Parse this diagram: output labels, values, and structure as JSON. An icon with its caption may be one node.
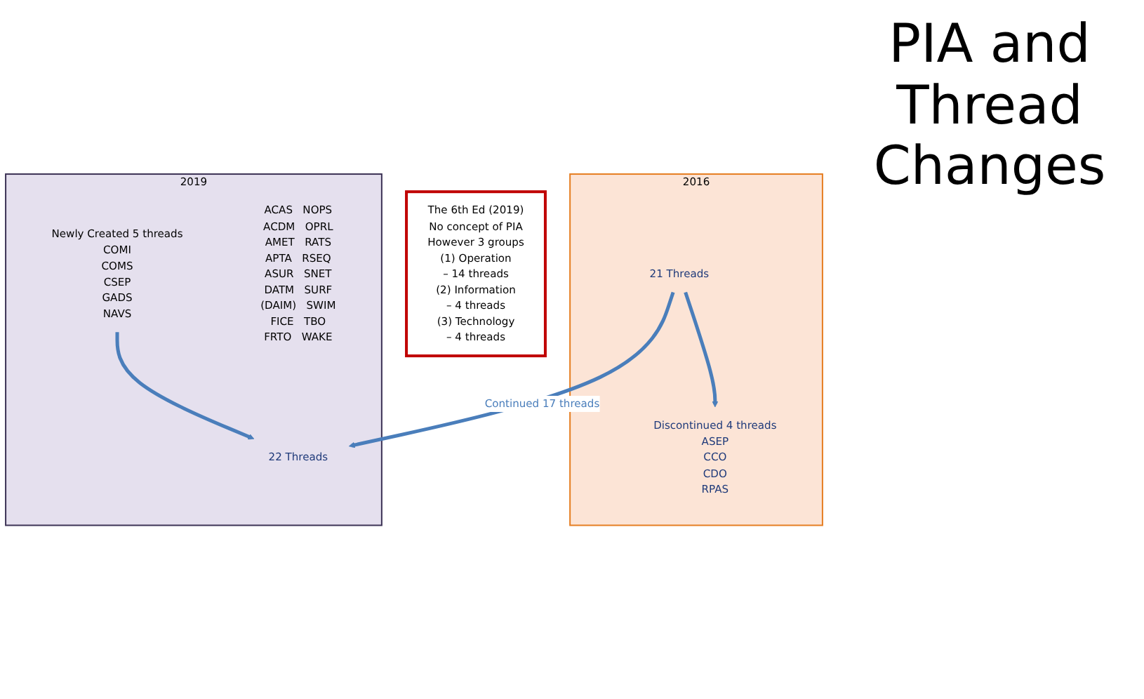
{
  "diagram": {
    "title": "PIA and Thread Changes",
    "nodes": [
      {
        "text": [
          "2016"
        ]
      },
      {
        "text": [
          "21 Threads"
        ],
        "in": 0
      },
      {
        "text": [
          "Discontinued 4 threads",
          "ASEP",
          "CCO",
          "CDO",
          "RPAS"
        ],
        "in": 0
      },
      {
        "text": [
          "2019"
        ]
      },
      {
        "text": [
          "22 Threads"
        ],
        "in": 3
      },
      {
        "text": [
          "Newly Created 5 threads",
          "COMI",
          "COMS",
          "CSEP",
          "GADS",
          "NAVS"
        ],
        "in": 3
      },
      {
        "text": [
          "ACAS",
          "NOPS",
          "ACDM",
          "OPRL",
          "AMET",
          "RATS",
          "APTA",
          "RSEQ",
          "ASUR",
          "SNET",
          "DATM",
          "SURF",
          "(DAIM)",
          "SWIM",
          "FICE",
          "TBO",
          "FRTO",
          "WAKE"
        ],
        "in": 3
      },
      {
        "text": [
          "The 6th Ed (2019)",
          "No concept of PIA",
          "However 3 groups",
          "(1) Operation",
          "– 14 threads",
          "(2) Information",
          "– 4 threads",
          "(3) Technology",
          "– 4 threads"
        ]
      }
    ],
    "edges": [
      {
        "from": 1,
        "to": 2,
        "arrow": "to"
      },
      {
        "from": 1,
        "to": 4,
        "arrow": "to",
        "label": "Continued 17 threads"
      },
      {
        "from": 5,
        "to": 4,
        "arrow": "to"
      }
    ]
  }
}
